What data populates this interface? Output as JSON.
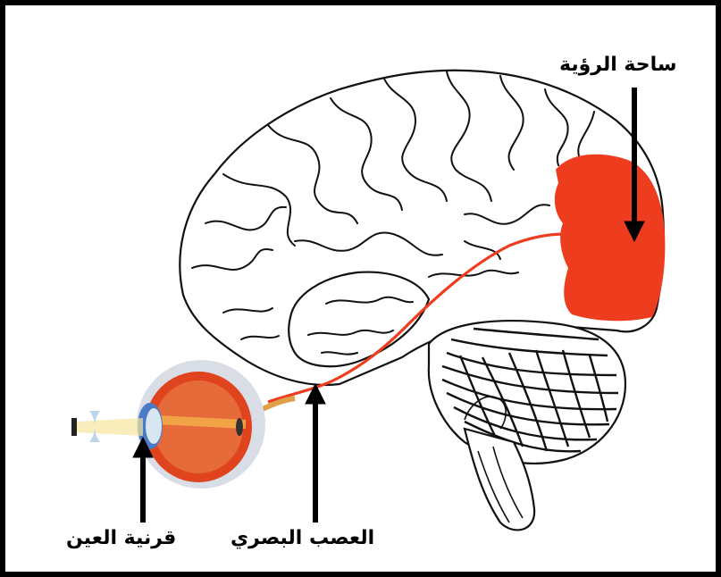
{
  "labels": {
    "visual_area": "ساحة الرؤية",
    "optic_nerve": "العصب البصري",
    "cornea": "قرنية العين"
  },
  "colors": {
    "visual_area": "#ee3c1e",
    "optic_nerve": "#ee3c1e",
    "eyeball": "#e0441f",
    "border": "#000000"
  }
}
